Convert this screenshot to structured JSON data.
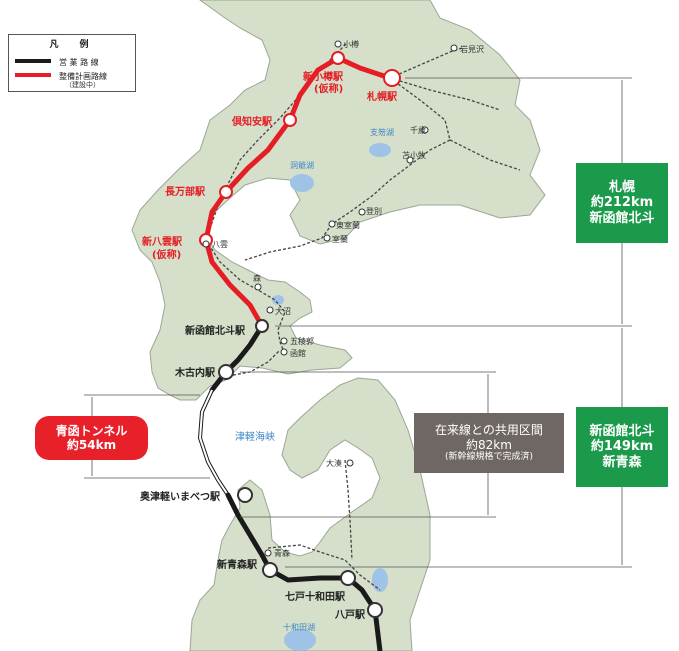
{
  "legend": {
    "title": "凡　例",
    "items": [
      {
        "label": "営 業 路 線",
        "sub": "",
        "color": "#1a1a1a"
      },
      {
        "label": "整備計画路線",
        "sub": "（建設中）",
        "color": "#e51e25"
      }
    ]
  },
  "stations": {
    "shin_otaru": "新小樽駅",
    "shin_otaru_sub": "(仮称)",
    "sapporo": "札幌駅",
    "kutchan": "倶知安駅",
    "oshamambe": "長万部駅",
    "shin_yakumo": "新八雲駅",
    "shin_yakumo_sub": "(仮称)",
    "shin_hakodate": "新函館北斗駅",
    "kikonai": "木古内駅",
    "okutsugaru": "奥津軽いまべつ駅",
    "shin_aomori": "新青森駅",
    "shichinohe": "七戸十和田駅",
    "hachinohe": "八戸駅"
  },
  "places": {
    "otaru": "小樽",
    "iwamizawa": "岩見沢",
    "chitose": "千歳",
    "tomakomai": "苫小牧",
    "noboribetsu": "登別",
    "higashimuroran": "東室蘭",
    "muroran": "室蘭",
    "yakumo": "八雲",
    "mori": "森",
    "onuma": "大沼",
    "goryokaku": "五稜郭",
    "hakodate": "函館",
    "ominato": "大湊",
    "aomori": "青森"
  },
  "water": {
    "shikotsu": "支笏湖",
    "toya": "洞爺湖",
    "tsugaru_strait": "津軽海峡",
    "towada": "十和田湖"
  },
  "boxes": {
    "sapporo_hokuto": [
      "札幌",
      "約212km",
      "新函館北斗"
    ],
    "hokuto_aomori": [
      "新函館北斗",
      "約149km",
      "新青森"
    ],
    "seikan": [
      "青函トンネル",
      "約54km"
    ],
    "shared": [
      "在来線との共用区間",
      "約82km",
      "(新幹線規格で完成済)"
    ]
  },
  "colors": {
    "land": "#d5dfc9",
    "land_stroke": "#9aa796",
    "sea": "#ffffff",
    "lake": "#9fc3e6",
    "planned_line": "#e51e25",
    "operating_line": "#1a1a1a",
    "rail_dash": "#444444",
    "green_box": "#1a9a4a",
    "red_box": "#e8202a",
    "gray_box": "#6f6763"
  }
}
